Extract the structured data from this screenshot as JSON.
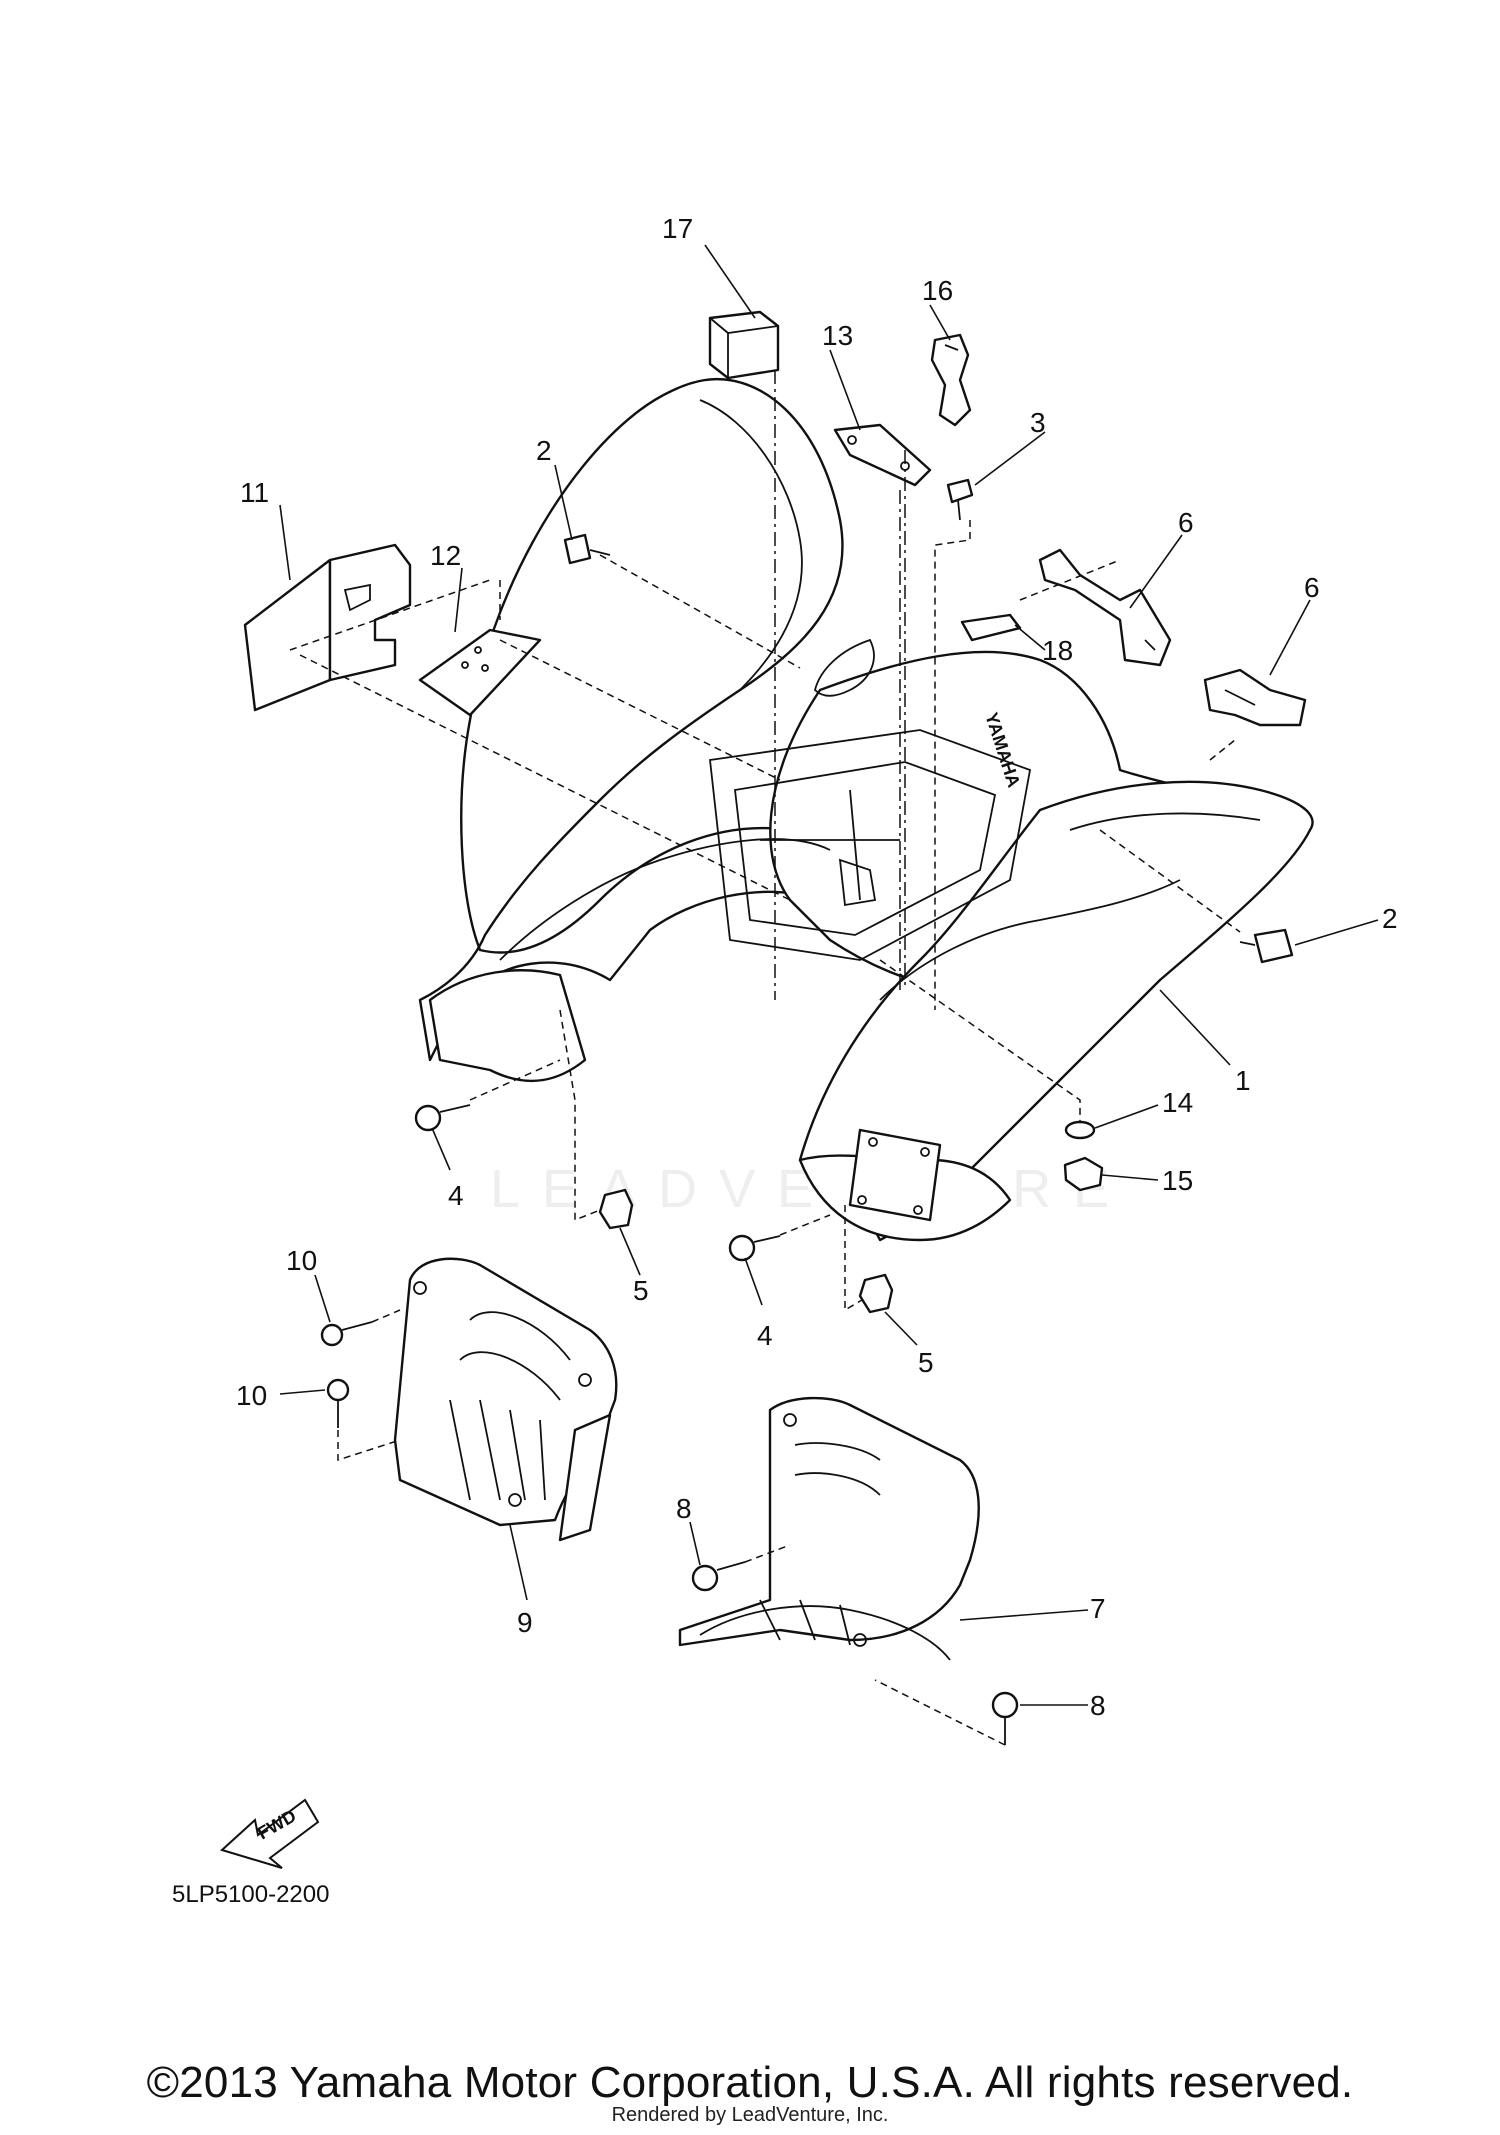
{
  "callouts": [
    {
      "id": "c1",
      "text": "1"
    },
    {
      "id": "c2a",
      "text": "2"
    },
    {
      "id": "c2b",
      "text": "2"
    },
    {
      "id": "c3",
      "text": "3"
    },
    {
      "id": "c4a",
      "text": "4"
    },
    {
      "id": "c4b",
      "text": "4"
    },
    {
      "id": "c5a",
      "text": "5"
    },
    {
      "id": "c5b",
      "text": "5"
    },
    {
      "id": "c6a",
      "text": "6"
    },
    {
      "id": "c6b",
      "text": "6"
    },
    {
      "id": "c7",
      "text": "7"
    },
    {
      "id": "c8a",
      "text": "8"
    },
    {
      "id": "c8b",
      "text": "8"
    },
    {
      "id": "c9",
      "text": "9"
    },
    {
      "id": "c10a",
      "text": "10"
    },
    {
      "id": "c10b",
      "text": "10"
    },
    {
      "id": "c11",
      "text": "11"
    },
    {
      "id": "c12",
      "text": "12"
    },
    {
      "id": "c13",
      "text": "13"
    },
    {
      "id": "c14",
      "text": "14"
    },
    {
      "id": "c15",
      "text": "15"
    },
    {
      "id": "c16",
      "text": "16"
    },
    {
      "id": "c17",
      "text": "17"
    },
    {
      "id": "c18",
      "text": "18"
    }
  ],
  "fwd_label": "FWD",
  "fender_brand": "YAMAHA",
  "diagram_code": "5LP5100-2200",
  "watermark": "LEADVENTURE",
  "copyright": "©2013 Yamaha Motor Corporation, U.S.A. All rights reserved.",
  "rendered_by": "Rendered by LeadVenture, Inc."
}
